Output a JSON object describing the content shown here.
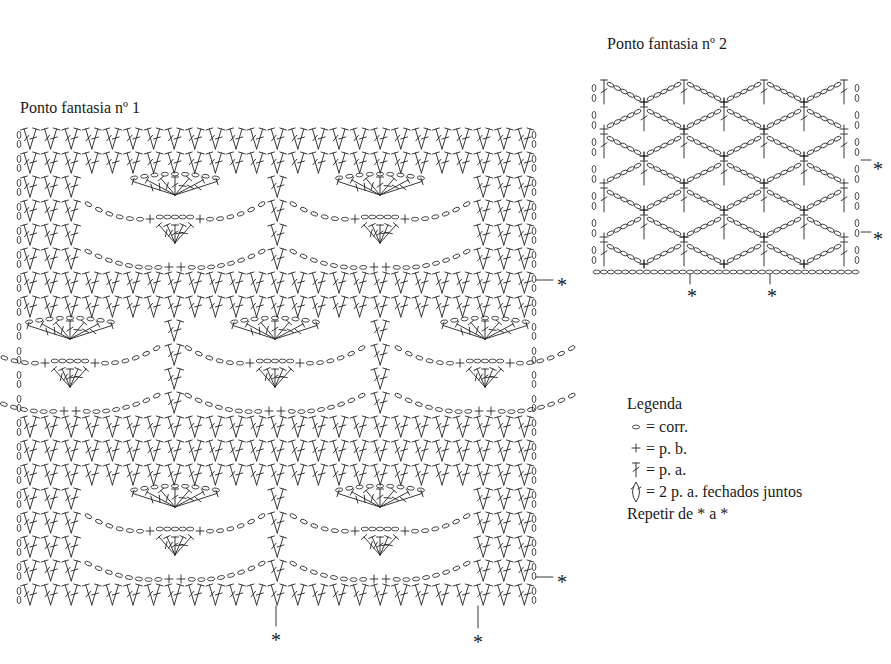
{
  "diagram": {
    "labels": [
      "Ponto fantasia nº 1",
      "Ponto fantasia nº 2",
      "Legenda",
      "Repetir de * a *",
      "*",
      "*",
      "*",
      "*",
      "*",
      "*",
      "*",
      "*"
    ],
    "legend": [
      {
        "text": "= corr."
      },
      {
        "text": "= p. b."
      },
      {
        "text": "= p. a."
      },
      {
        "text": "= 2 p. a. fechados juntos"
      }
    ]
  }
}
